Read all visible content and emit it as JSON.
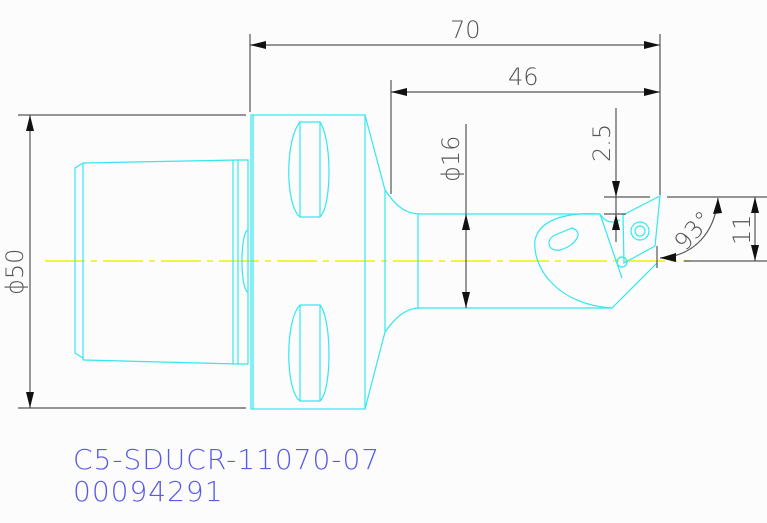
{
  "drawing": {
    "part_number": "C5-SDUCR-11070-07",
    "serial_number": "00094291",
    "dimensions": {
      "overall_length": "70",
      "shank_length": "46",
      "flange_diameter": "ϕ50",
      "bar_diameter": "ϕ16",
      "insert_offset": "2.5",
      "cutting_height": "11",
      "lead_angle": "93°"
    },
    "colors": {
      "geometry": "#33e8ef",
      "dimension_lines": "#555555",
      "centerline": "#f2f000",
      "label_text": "#5a5ae8",
      "background": "#fbfcfb"
    }
  }
}
